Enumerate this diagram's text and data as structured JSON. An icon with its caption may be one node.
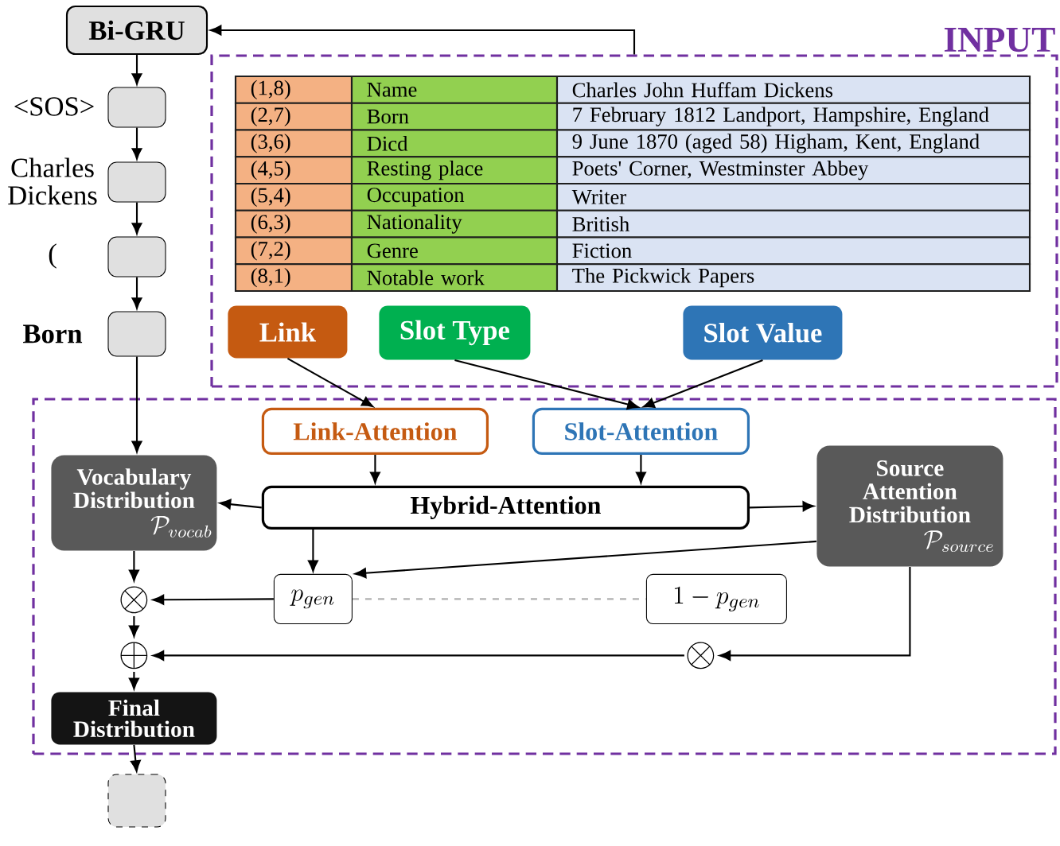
{
  "diagram": {
    "nodes": [
      {
        "text": [
          "Bi-GRU"
        ]
      },
      {
        "text": [],
        "shape": "box",
        "beside": [
          "<SOS>"
        ]
      },
      {
        "text": [],
        "shape": "box",
        "beside": [
          "Charles Dickens"
        ]
      },
      {
        "text": [],
        "shape": "box",
        "beside": [
          "("
        ]
      },
      {
        "text": [],
        "shape": "box",
        "beside": [
          "Born"
        ]
      },
      {
        "text": [
          "INPUT"
        ]
      },
      {
        "text": [
          "Link"
        ],
        "in": 5
      },
      {
        "text": [
          "Slot Type"
        ],
        "in": 5
      },
      {
        "text": [
          "Slot Value"
        ],
        "in": 5
      },
      {
        "text": [],
        "shape": "box"
      },
      {
        "text": [
          "Link-Attention"
        ],
        "in": 9
      },
      {
        "text": [
          "Slot-Attention"
        ],
        "in": 9
      },
      {
        "text": [
          "Vocabulary Distribution",
          "\\mathcal{P}_{vocab}"
        ],
        "in": 9
      },
      {
        "text": [
          "Hybrid-Attention"
        ],
        "in": 9
      },
      {
        "text": [
          "Source Attention Distribution",
          "\\mathcal{P}_{source}"
        ],
        "in": 9
      },
      {
        "text": [
          "p_{gen}"
        ],
        "in": 9
      },
      {
        "text": [
          "1 - p_{gen}"
        ],
        "in": 9
      },
      {
        "text": [
          "\\otimes"
        ],
        "in": 9
      },
      {
        "text": [
          "\\oplus"
        ],
        "in": 9
      },
      {
        "text": [
          "\\otimes"
        ],
        "in": 9
      },
      {
        "text": [
          "Final Distribution"
        ],
        "in": 9
      },
      {
        "text": [],
        "shape": "box"
      }
    ],
    "edges": [
      {
        "from": 0,
        "to": 1,
        "arrow": "to"
      },
      {
        "from": 1,
        "to": 2,
        "arrow": "to"
      },
      {
        "from": 2,
        "to": 3,
        "arrow": "to"
      },
      {
        "from": 3,
        "to": 4,
        "arrow": "to"
      },
      {
        "from": 5,
        "to": 0,
        "arrow": "to"
      },
      {
        "from": 4,
        "to": 12,
        "arrow": "to"
      },
      {
        "from": 6,
        "to": 10,
        "arrow": "to"
      },
      {
        "from": 7,
        "to": 11,
        "arrow": "to"
      },
      {
        "from": 8,
        "to": 11,
        "arrow": "to"
      },
      {
        "from": 10,
        "to": 13,
        "arrow": "to"
      },
      {
        "from": 11,
        "to": 13,
        "arrow": "to"
      },
      {
        "from": 13,
        "to": 12,
        "arrow": "to"
      },
      {
        "from": 13,
        "to": 14,
        "arrow": "to"
      },
      {
        "from": 13,
        "to": 15,
        "arrow": "to"
      },
      {
        "from": 14,
        "to": 15,
        "arrow": "to"
      },
      {
        "from": 15,
        "to": 16,
        "arrow": "none",
        "style": "dashed",
        "color": "#b0b0b0"
      },
      {
        "from": 12,
        "to": 17,
        "arrow": "to"
      },
      {
        "from": 15,
        "to": 17,
        "arrow": "to"
      },
      {
        "from": 17,
        "to": 18,
        "arrow": "to"
      },
      {
        "from": 14,
        "to": 19,
        "arrow": "to"
      },
      {
        "from": 19,
        "to": 18,
        "arrow": "to"
      },
      {
        "from": 18,
        "to": 20,
        "arrow": "to"
      },
      {
        "from": 20,
        "to": 21,
        "arrow": "to"
      }
    ],
    "labels": [
      "(1,8)",
      "Name",
      "Charles John Huffam Dickens",
      "(2,7)",
      "Born",
      "7 February 1812 Landport, Hampshire, England",
      "(3,6)",
      "Dicd",
      "9 June 1870 (aged 58) Higham, Kent, England",
      "(4,5)",
      "Resting place",
      "Poets' Corner, Westminster Abbey",
      "(5,4)",
      "Occupation",
      "Writer",
      "(6,3)",
      "Nationality",
      "British",
      "(7,2)",
      "Genre",
      "Fiction",
      "(8,1)",
      "Notable work",
      "The Pickwick Papers"
    ]
  }
}
